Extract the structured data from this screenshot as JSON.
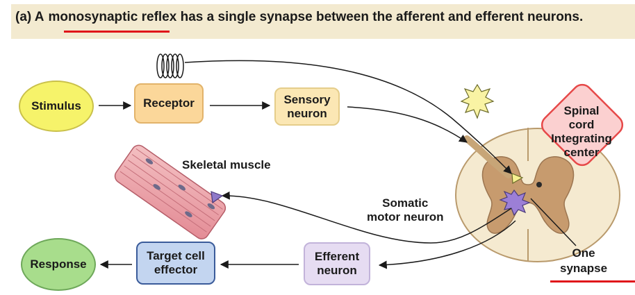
{
  "title": {
    "prefix": "(a) A",
    "term": "monosynaptic reflex",
    "rest": "has a single synapse between the afferent and efferent neurons."
  },
  "nodes": {
    "stimulus": "Stimulus",
    "receptor": "Receptor",
    "sensory_line1": "Sensory",
    "sensory_line2": "neuron",
    "response": "Response",
    "target_line1": "Target cell",
    "target_line2": "effector",
    "efferent_line1": "Efferent",
    "efferent_line2": "neuron"
  },
  "labels": {
    "skeletal_muscle": "Skeletal muscle",
    "somatic_line1": "Somatic",
    "somatic_line2": "motor neuron",
    "one_synapse_line1": "One",
    "one_synapse_line2": "synapse",
    "spinal_line1": "Spinal",
    "spinal_line2": "cord",
    "spinal_line3": "Integrating",
    "spinal_line4": "center"
  },
  "colors": {
    "stimulus_fill": "#f6f36a",
    "receptor_fill": "#fbd79a",
    "sensory_fill": "#fbe7b4",
    "response_fill": "#a8dd8c",
    "target_fill": "#c3d5f0",
    "efferent_fill": "#e6dcf2",
    "integrating_fill": "#fbd0d0",
    "integrating_border": "#e64848",
    "highlight_underline": "#e0141a",
    "title_band": "#f3ead0"
  }
}
